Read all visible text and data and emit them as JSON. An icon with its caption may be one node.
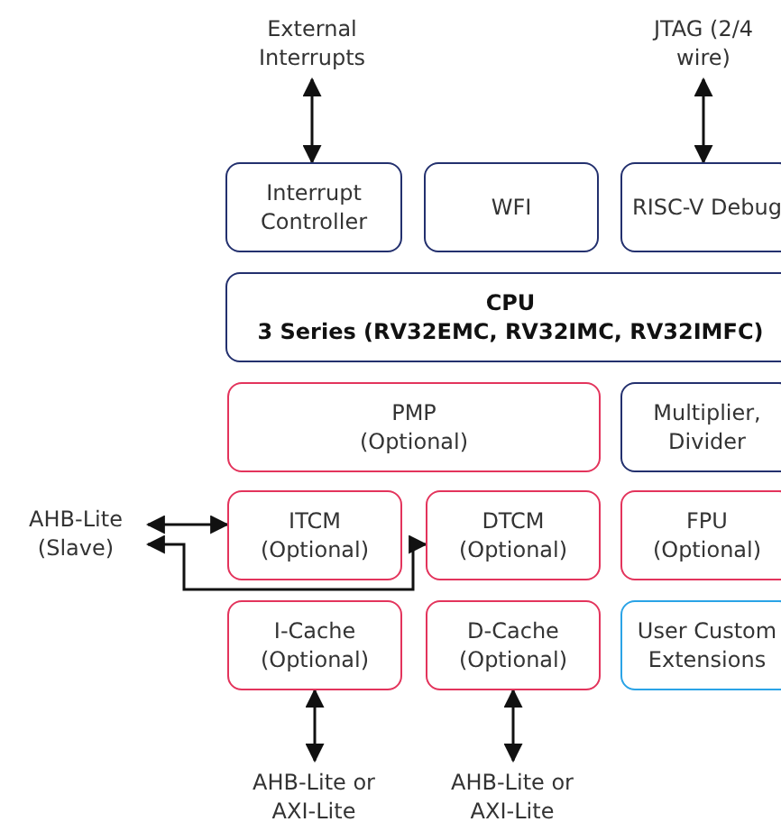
{
  "diagram": {
    "nodes": [
      {
        "text": [
          "External Interrupts"
        ]
      },
      {
        "text": [
          "JTAG (2/4 wire)"
        ]
      },
      {
        "text": [
          "Interrupt Controller"
        ]
      },
      {
        "text": [
          "WFI"
        ]
      },
      {
        "text": [
          "RISC-V Debug"
        ]
      },
      {
        "text": [
          "CPU",
          "3 Series (RV32EMC, RV32IMC, RV32IMFC)"
        ]
      },
      {
        "text": [
          "PMP",
          "(Optional)"
        ]
      },
      {
        "text": [
          "Multiplier, Divider"
        ]
      },
      {
        "text": [
          "AHB-Lite (Slave)"
        ]
      },
      {
        "text": [
          "ITCM",
          "(Optional)"
        ]
      },
      {
        "text": [
          "DTCM",
          "(Optional)"
        ]
      },
      {
        "text": [
          "FPU",
          "(Optional)"
        ]
      },
      {
        "text": [
          "I-Cache",
          "(Optional)"
        ]
      },
      {
        "text": [
          "D-Cache",
          "(Optional)"
        ]
      },
      {
        "text": [
          "User Custom Extensions"
        ]
      },
      {
        "text": [
          "AHB-Lite or AXI-Lite"
        ]
      },
      {
        "text": [
          "AHB-Lite or AXI-Lite"
        ]
      }
    ],
    "edges": [
      {
        "from": 0,
        "to": 2,
        "arrow": "both"
      },
      {
        "from": 1,
        "to": 4,
        "arrow": "both"
      },
      {
        "from": 8,
        "to": 9,
        "arrow": "both"
      },
      {
        "from": 8,
        "to": 10,
        "arrow": "both"
      },
      {
        "from": 12,
        "to": 15,
        "arrow": "both"
      },
      {
        "from": 13,
        "to": 16,
        "arrow": "both"
      }
    ]
  }
}
